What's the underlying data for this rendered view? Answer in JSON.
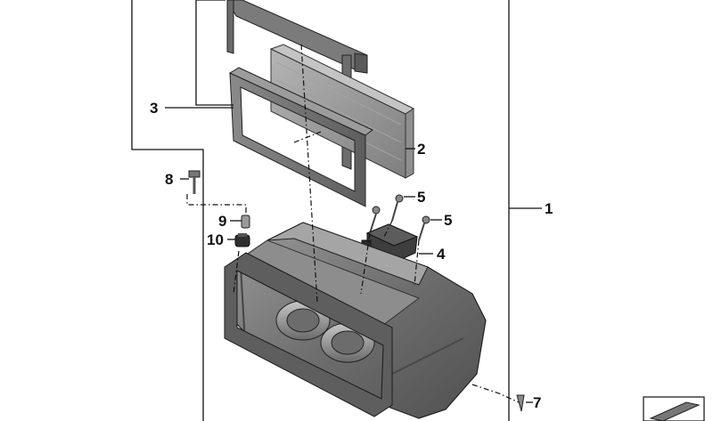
{
  "diagram": {
    "callouts": [
      {
        "id": "c1",
        "label": "1"
      },
      {
        "id": "c2",
        "label": "2"
      },
      {
        "id": "c3",
        "label": "3"
      },
      {
        "id": "c4",
        "label": "4"
      },
      {
        "id": "c5a",
        "label": "5"
      },
      {
        "id": "c5b",
        "label": "5"
      },
      {
        "id": "c7",
        "label": "7"
      },
      {
        "id": "c8",
        "label": "8"
      },
      {
        "id": "c9",
        "label": "9"
      },
      {
        "id": "c10",
        "label": "10"
      }
    ],
    "colors": {
      "line": "#111111",
      "part_dark": "#6b6b6b",
      "part_mid": "#8c8c8c",
      "part_light": "#b8b8b8",
      "filter_face": "#9a9a9a"
    }
  }
}
